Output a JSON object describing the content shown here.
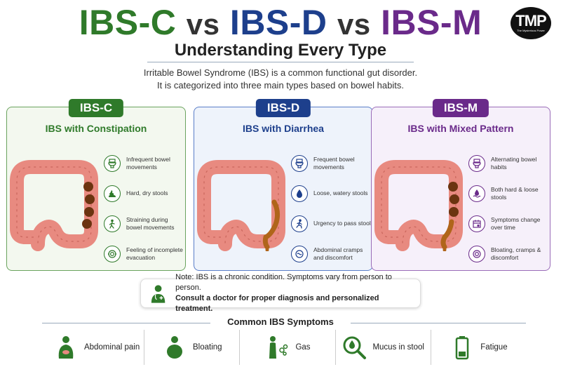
{
  "header": {
    "title_c": "IBS-C",
    "title_vs1": "vs",
    "title_d": "IBS-D",
    "title_vs2": "vs",
    "title_m": "IBS-M",
    "subtitle": "Understanding Every Type",
    "intro_line1": "Irritable Bowel Syndrome (IBS) is a common functional gut disorder.",
    "intro_line2": "It is categorized into three main types based on bowel habits.",
    "logo_text": "TMP",
    "logo_sub": "The Mysterious Power"
  },
  "colors": {
    "ibs_c": "#2f7a2a",
    "ibs_d": "#1d3f8c",
    "ibs_m": "#6a2a8a",
    "colon": "#e88a80",
    "stool": "#6b3410"
  },
  "cards": [
    {
      "badge": "IBS-C",
      "subtitle": "IBS with Constipation",
      "items": [
        {
          "icon": "toilet-icon",
          "text": "Infrequent bowel movements"
        },
        {
          "icon": "stool-icon",
          "text": "Hard, dry stools"
        },
        {
          "icon": "straining-person-icon",
          "text": "Straining during bowel movements"
        },
        {
          "icon": "incomplete-evacuation-icon",
          "text": "Feeling of incomplete evacuation"
        }
      ]
    },
    {
      "badge": "IBS-D",
      "subtitle": "IBS with Diarrhea",
      "items": [
        {
          "icon": "toilet-icon",
          "text": "Frequent bowel movements"
        },
        {
          "icon": "droplet-icon",
          "text": "Loose, watery stools"
        },
        {
          "icon": "running-person-icon",
          "text": "Urgency to pass stool"
        },
        {
          "icon": "cramps-icon",
          "text": "Abdominal cramps and discomfort"
        }
      ]
    },
    {
      "badge": "IBS-M",
      "subtitle": "IBS with Mixed Pattern",
      "items": [
        {
          "icon": "alternating-toilet-icon",
          "text": "Alternating bowel habits"
        },
        {
          "icon": "mixed-stool-icon",
          "text": "Both hard & loose stools"
        },
        {
          "icon": "calendar-icon",
          "text": "Symptoms change over time"
        },
        {
          "icon": "bloating-icon",
          "text": "Bloating, cramps & discomfort"
        }
      ]
    }
  ],
  "note": {
    "line1": "Note: IBS is a chronic condition. Symptoms vary from person to person.",
    "line2": "Consult a doctor for proper diagnosis and personalized treatment."
  },
  "symptoms": {
    "title": "Common IBS Symptoms",
    "items": [
      {
        "icon": "abdominal-pain-icon",
        "label": "Abdominal pain"
      },
      {
        "icon": "bloating-person-icon",
        "label": "Bloating"
      },
      {
        "icon": "gas-icon",
        "label": "Gas"
      },
      {
        "icon": "mucus-magnifier-icon",
        "label": "Mucus in stool"
      },
      {
        "icon": "battery-low-icon",
        "label": "Fatigue"
      }
    ]
  }
}
